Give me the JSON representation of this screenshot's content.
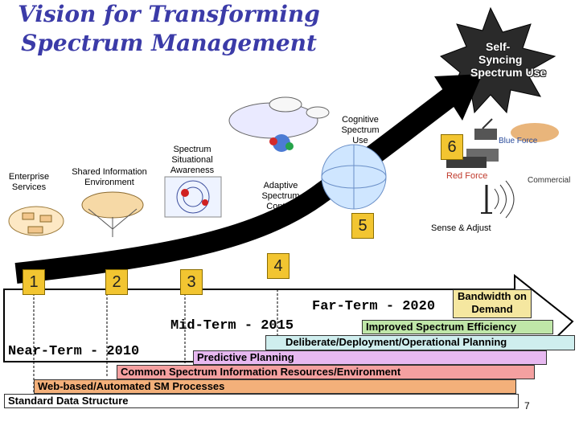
{
  "title": {
    "line1": "Vision for Transforming",
    "line2": "Spectrum Management"
  },
  "burst": {
    "line1": "Self-",
    "line2": "Syncing",
    "line3": "Spectrum Use"
  },
  "labels": {
    "enterprise": "Enterprise Services",
    "shared_info": "Shared Information Environment",
    "situational": "Spectrum Situational Awareness",
    "cognitive": "Cognitive Spectrum Use",
    "adaptive": "Adaptive Spectrum Control",
    "blue_force": "Blue Force",
    "red_force": "Red Force",
    "commercial": "Commercial",
    "sense_adjust": "Sense & Adjust"
  },
  "milestones": [
    "1",
    "2",
    "3",
    "4",
    "5",
    "6"
  ],
  "terms": {
    "near": "Near-Term - 2010",
    "mid": "Mid-Term - 2015",
    "far": "Far-Term - 2020"
  },
  "bars": [
    {
      "label": "Standard Data Structure",
      "color": "#ffffff"
    },
    {
      "label": "Web-based/Automated SM Processes",
      "color": "#f3b07a"
    },
    {
      "label": "Common Spectrum Information Resources/Environment",
      "color": "#f4a0a0"
    },
    {
      "label": "Predictive Planning",
      "color": "#e7b8f0"
    },
    {
      "label": "Deliberate/Deployment/Operational Planning",
      "color": "#cfeeee"
    },
    {
      "label": "Improved Spectrum Efficiency",
      "color": "#bfe6a8"
    }
  ],
  "bandwidth": "Bandwidth on Demand",
  "page_number": "7",
  "colors": {
    "title": "#3b3ba8",
    "badge": "#f2c531",
    "arrow": "#000000",
    "timeline": "#222222"
  }
}
